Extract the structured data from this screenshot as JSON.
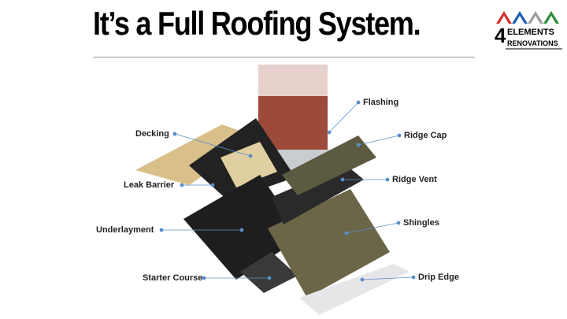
{
  "title": "It’s a Full Roofing System.",
  "logo": {
    "line1": "ELEMENTS",
    "line2": "RENOVATIONS",
    "numeral": "4",
    "colors": [
      "#d32f2f",
      "#1e5fb4",
      "#9e9e9e",
      "#2e8b3e"
    ]
  },
  "labels": {
    "decking": "Decking",
    "leak_barrier": "Leak Barrier",
    "underlayment": "Underlayment",
    "starter_course": "Starter Course",
    "flashing": "Flashing",
    "ridge_cap": "Ridge Cap",
    "ridge_vent": "Ridge Vent",
    "shingles": "Shingles",
    "drip_edge": "Drip Edge"
  },
  "colors": {
    "leader": "#5b8fc7",
    "brick": "#9c4a3a",
    "decking": "#d9c08a",
    "shingle": "#6b6648",
    "underlay": "#1e1e1e"
  }
}
